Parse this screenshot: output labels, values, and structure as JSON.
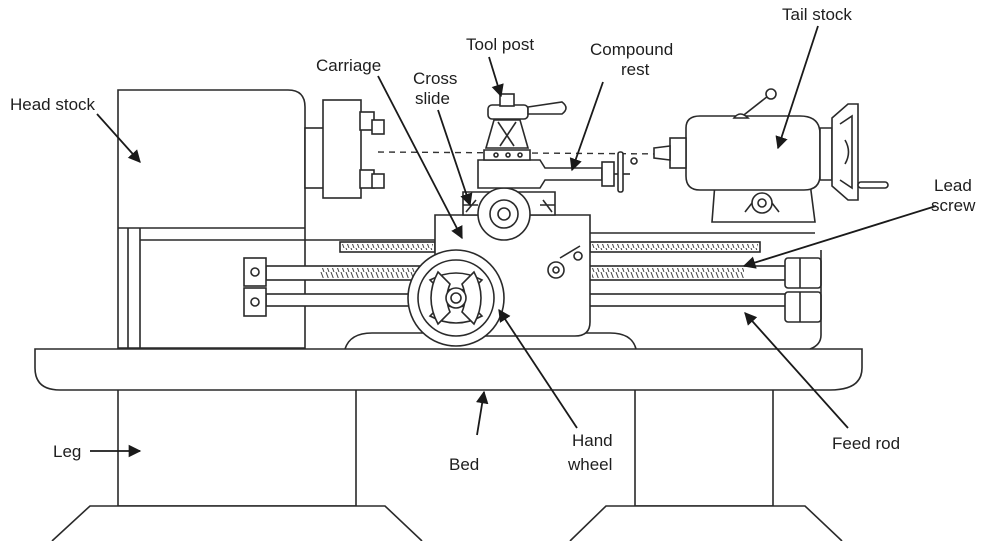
{
  "labels": {
    "head_stock": "Head stock",
    "carriage": "Carriage",
    "tool_post": "Tool post",
    "cross_slide_1": "Cross",
    "cross_slide_2": "slide",
    "compound_rest_1": "Compound",
    "compound_rest_2": "rest",
    "tail_stock": "Tail stock",
    "lead_screw_1": "Lead",
    "lead_screw_2": "screw",
    "leg": "Leg",
    "bed": "Bed",
    "hand_wheel_1": "Hand",
    "hand_wheel_2": "wheel",
    "feed_rod": "Feed rod"
  },
  "colors": {
    "line": "#2a2a2a",
    "background": "#ffffff"
  }
}
